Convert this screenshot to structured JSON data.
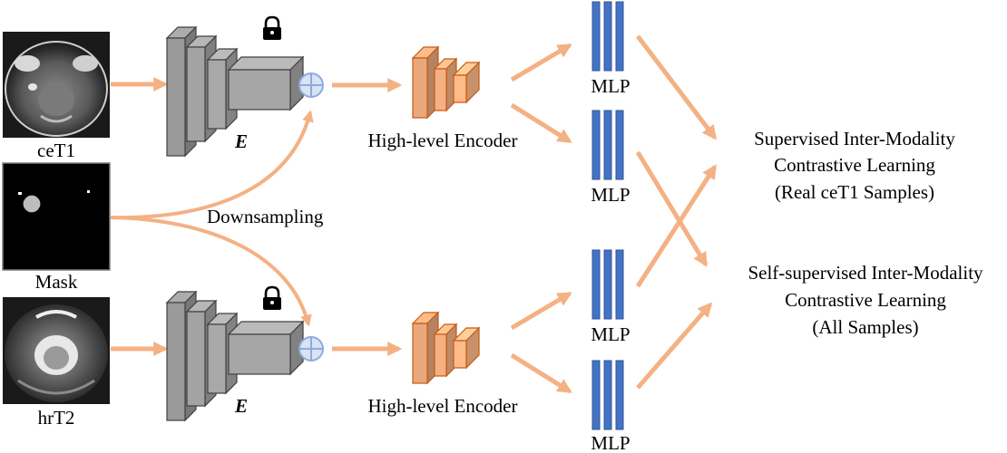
{
  "inputs": {
    "cet1_label": "ceT1",
    "mask_label": "Mask",
    "hrt2_label": "hrT2"
  },
  "encoder": {
    "label": "E",
    "locked_icon": "lock-icon",
    "fusion_icon": "circle-plus-icon"
  },
  "downsampling_label": "Downsampling",
  "high_level_encoder_label": "High-level Encoder",
  "mlp_label": "MLP",
  "outputs": {
    "supervised": {
      "line1": "Supervised Inter-Modality",
      "line2": "Contrastive Learning",
      "line3": "(Real ceT1 Samples)"
    },
    "self_supervised": {
      "line1": "Self-supervised Inter-Modality",
      "line2": "Contrastive Learning",
      "line3": "(All Samples)"
    }
  },
  "colors": {
    "arrow": "#f4b183",
    "encoder_gray": "#a6a6a6",
    "high_level_orange": "#f4b183",
    "high_level_edge": "#c55a11",
    "mlp_blue": "#4472c4",
    "mlp_edge": "#2f5597",
    "fusion_fill": "#dae3f3",
    "fusion_edge": "#8faadc"
  }
}
